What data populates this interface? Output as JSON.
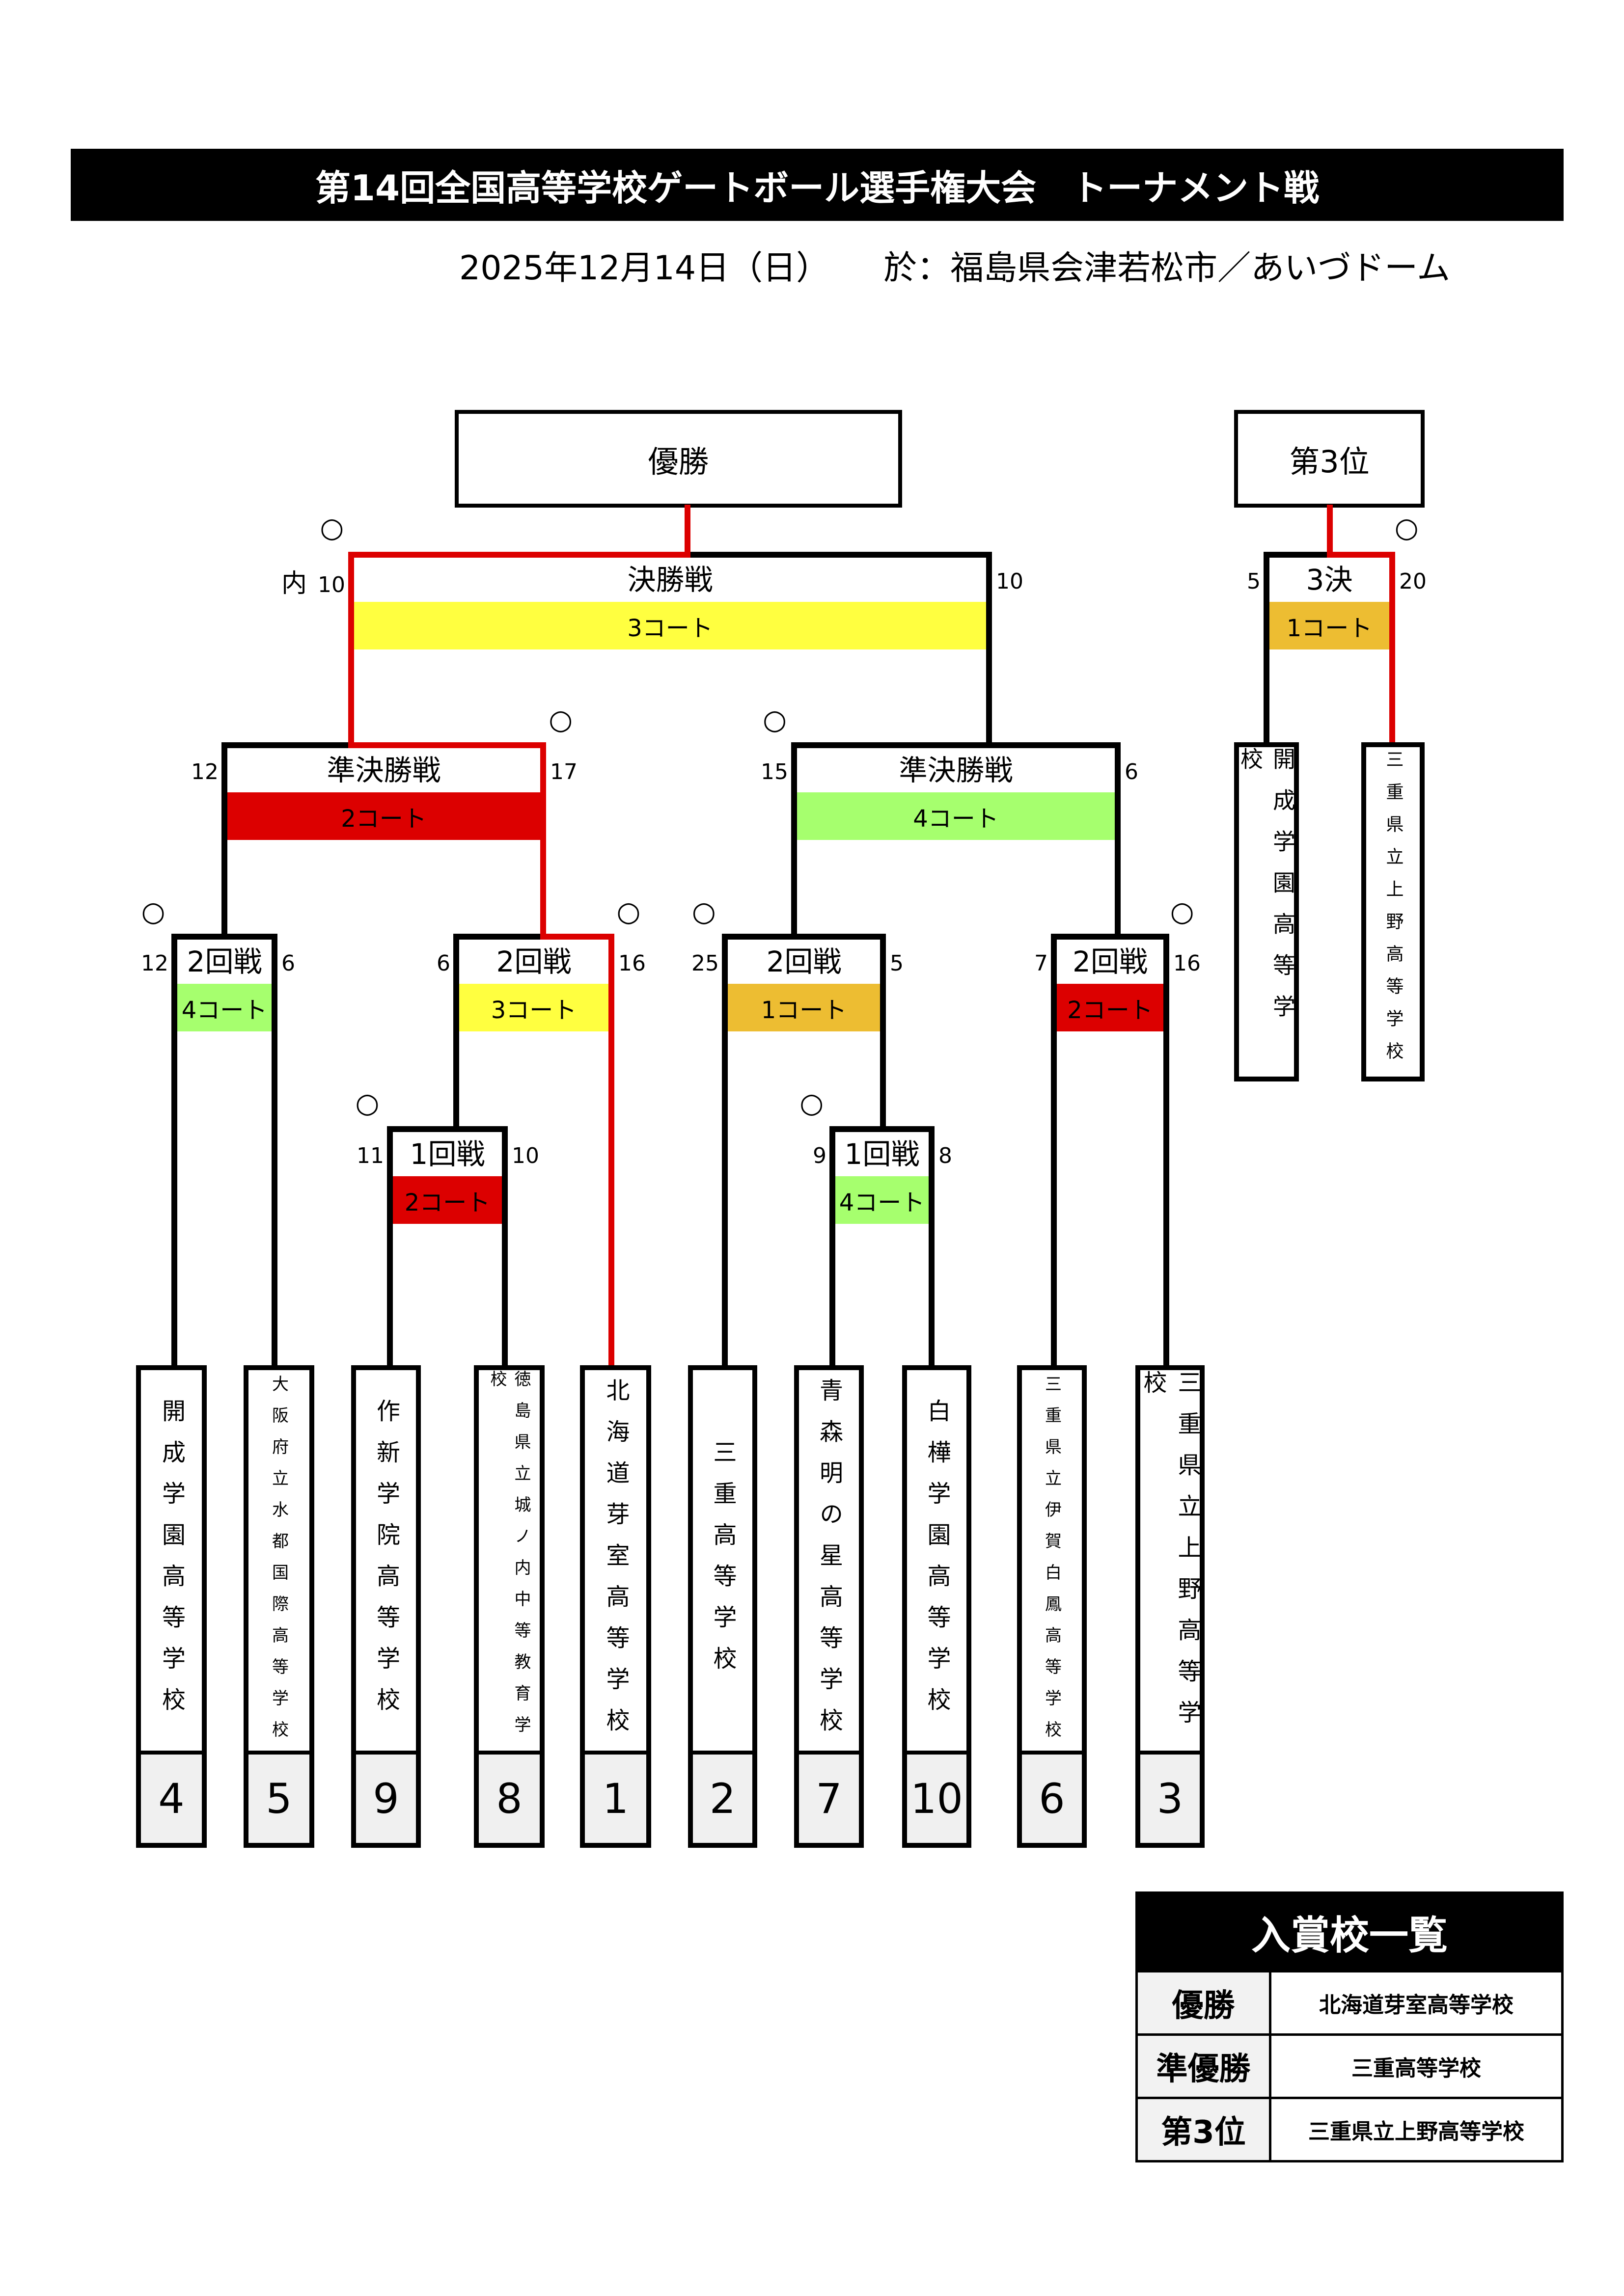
{
  "header": {
    "title": "第14回全国高等学校ゲートボール選手権大会　トーナメント戦",
    "date": "2025年12月14日（日）",
    "venue": "於：福島県会津若松市／あいづドーム"
  },
  "result_boxes": {
    "winner": "優勝",
    "third": "第3位"
  },
  "colors": {
    "yellow": "#FFFF40",
    "red": "#DC0000",
    "green": "#A6FF6E",
    "orange": "#EDBD32",
    "winner_path": "#DC0000"
  },
  "matches": [
    {
      "label": "決勝戦",
      "court": "3コート",
      "court_color": "yellow",
      "left_prefix": "内",
      "left_score": "10",
      "right_score": "10",
      "winner_side": "left"
    },
    {
      "label": "準決勝戦",
      "court": "2コート",
      "court_color": "red",
      "left_score": "12",
      "right_score": "17",
      "winner_side": "right"
    },
    {
      "label": "準決勝戦",
      "court": "4コート",
      "court_color": "green",
      "left_score": "15",
      "right_score": "6",
      "winner_side": null
    },
    {
      "label": "2回戦",
      "court": "4コート",
      "court_color": "green",
      "left_score": "12",
      "right_score": "6",
      "winner_side": null
    },
    {
      "label": "2回戦",
      "court": "3コート",
      "court_color": "yellow",
      "left_score": "6",
      "right_score": "16",
      "winner_side": "right"
    },
    {
      "label": "2回戦",
      "court": "1コート",
      "court_color": "orange",
      "left_score": "25",
      "right_score": "5",
      "winner_side": null
    },
    {
      "label": "2回戦",
      "court": "2コート",
      "court_color": "red",
      "left_score": "7",
      "right_score": "16",
      "winner_side": null
    },
    {
      "label": "1回戦",
      "court": "2コート",
      "court_color": "red",
      "left_score": "11",
      "right_score": "10",
      "winner_side": null
    },
    {
      "label": "1回戦",
      "court": "4コート",
      "court_color": "green",
      "left_score": "9",
      "right_score": "8",
      "winner_side": null
    },
    {
      "label": "3決",
      "court": "1コート",
      "court_color": "orange",
      "left_score": "5",
      "right_score": "20",
      "winner_side": "right"
    }
  ],
  "win_marks": [
    "○",
    "○",
    "○",
    "○",
    "○",
    "○",
    "○",
    "○",
    "○",
    "○"
  ],
  "teams": [
    {
      "name": "開成学園高等学校",
      "seed": "4"
    },
    {
      "name": "大阪府立水都国際高等学校",
      "seed": "5"
    },
    {
      "name": "作新学院高等学校",
      "seed": "9"
    },
    {
      "name": "徳島県立城ノ内中等教育学校",
      "seed": "8"
    },
    {
      "name": "北海道芽室高等学校",
      "seed": "1"
    },
    {
      "name": "三重高等学校",
      "seed": "2"
    },
    {
      "name": "青森明の星高等学校",
      "seed": "7"
    },
    {
      "name": "白樺学園高等学校",
      "seed": "10"
    },
    {
      "name": "三重県立伊賀白鳳高等学校",
      "seed": "6"
    },
    {
      "name": "三重県立上野高等学校",
      "seed": "3"
    }
  ],
  "third_place_teams": [
    "開成学園高等学校",
    "三重県立上野高等学校"
  ],
  "awards": {
    "title": "入賞校一覧",
    "rows": [
      {
        "label": "優勝",
        "school": "北海道芽室高等学校"
      },
      {
        "label": "準優勝",
        "school": "三重高等学校"
      },
      {
        "label": "第3位",
        "school": "三重県立上野高等学校"
      }
    ]
  }
}
